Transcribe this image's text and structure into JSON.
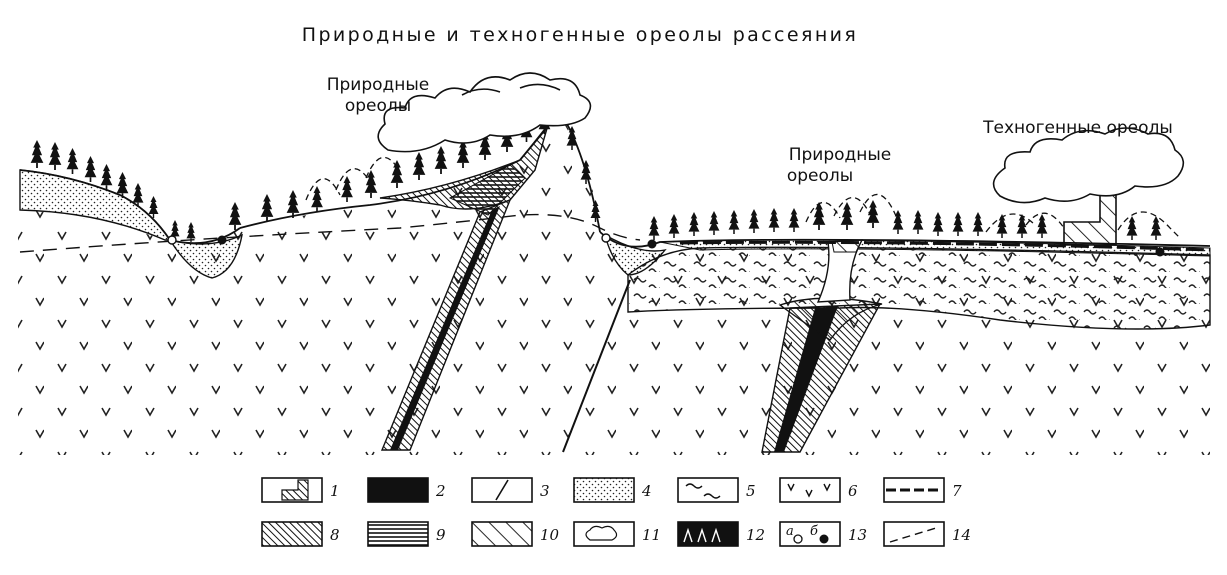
{
  "title": "Природные и техногенные ореолы рассеяния",
  "labels": {
    "natural_left_line1": "Природные",
    "natural_left_line2": "ореолы",
    "natural_right_line1": "Природные",
    "natural_right_line2": "ореолы",
    "technogenic": "Техногенные ореолы"
  },
  "legend": [
    {
      "num": "1",
      "pattern": "factory-icon"
    },
    {
      "num": "2",
      "pattern": "solid-black"
    },
    {
      "num": "3",
      "pattern": "single-fault-line"
    },
    {
      "num": "4",
      "pattern": "dotted"
    },
    {
      "num": "5",
      "pattern": "wavy"
    },
    {
      "num": "6",
      "pattern": "v-marks"
    },
    {
      "num": "7",
      "pattern": "road-band"
    },
    {
      "num": "8",
      "pattern": "dense-hatch"
    },
    {
      "num": "9",
      "pattern": "horizontal-lines"
    },
    {
      "num": "10",
      "pattern": "sparse-hatch"
    },
    {
      "num": "11",
      "pattern": "cloud-icon"
    },
    {
      "num": "12",
      "pattern": "forest-icon"
    },
    {
      "num": "13",
      "pattern": "sample-points",
      "sub_a": "а",
      "sub_b": "б"
    },
    {
      "num": "14",
      "pattern": "dashed-line"
    }
  ]
}
